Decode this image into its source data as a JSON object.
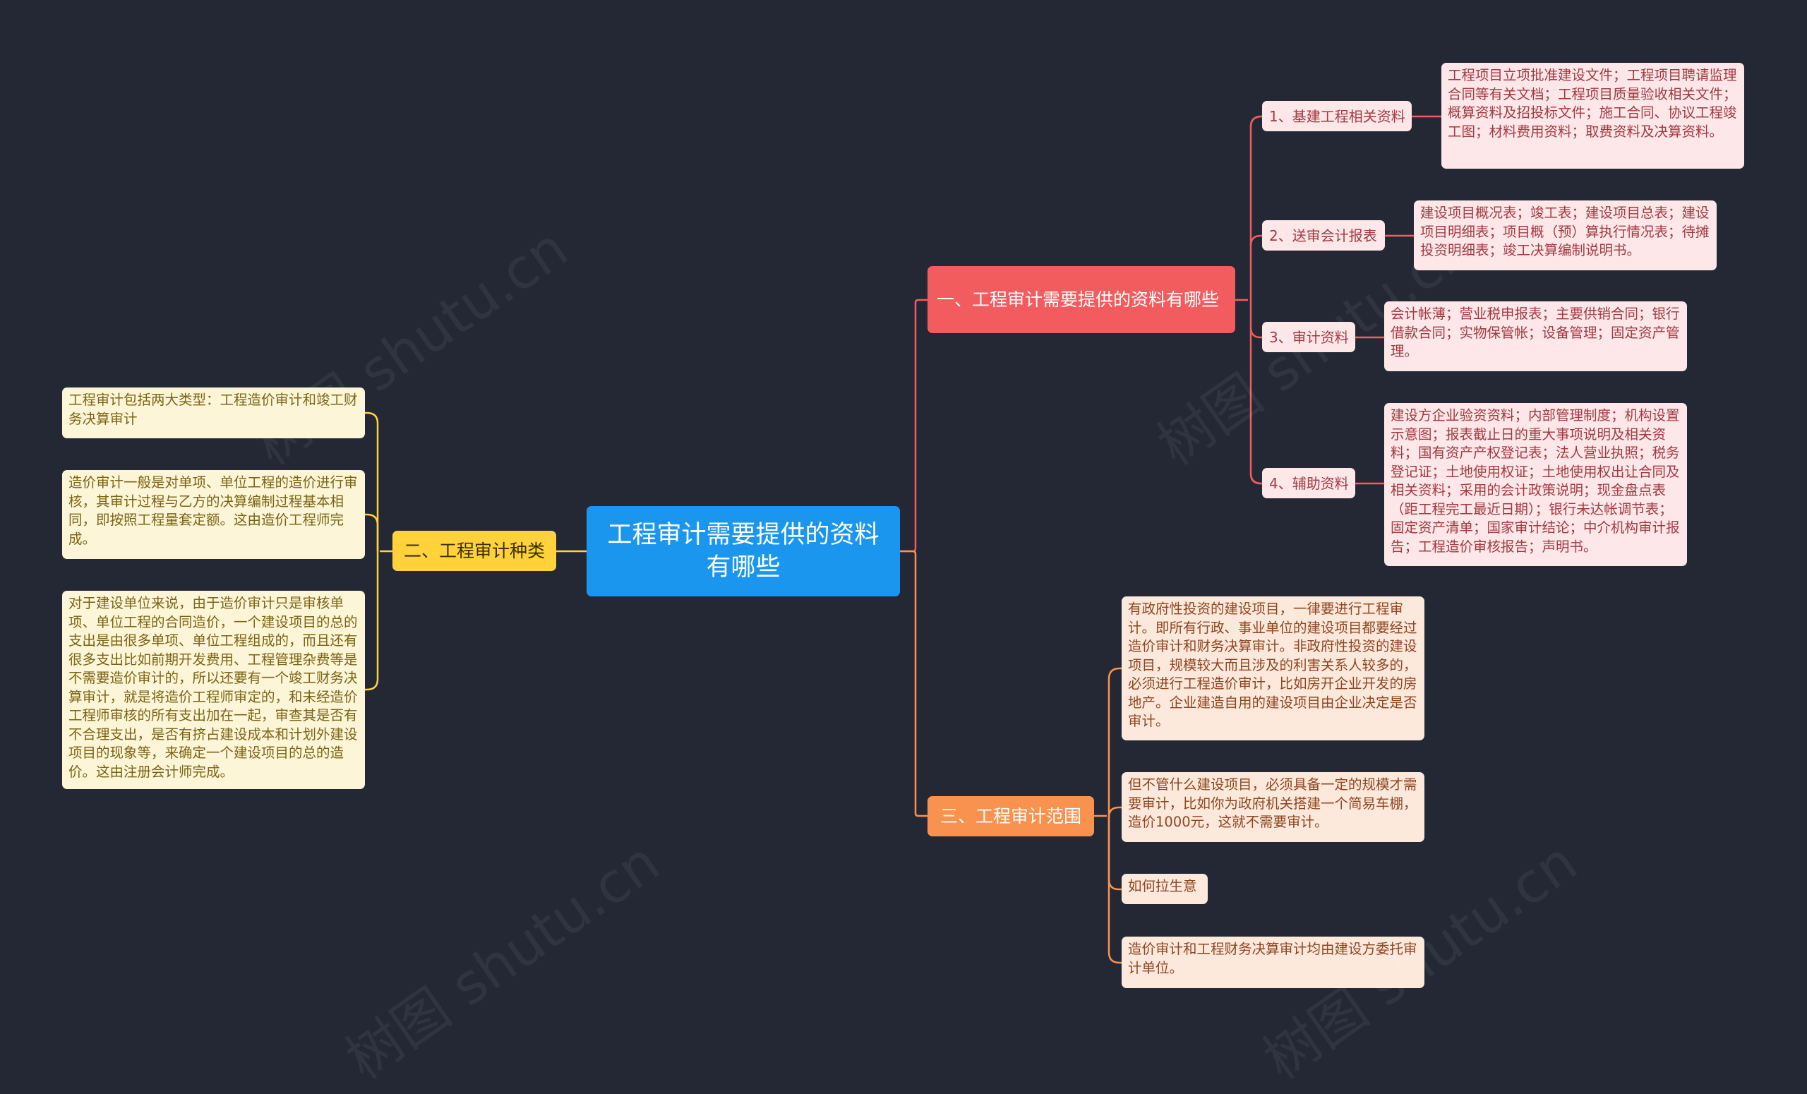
{
  "root": {
    "title": "工程审计需要提供的资料有哪些"
  },
  "branches": {
    "materials": {
      "title": "一、工程审计需要提供的资料有哪些",
      "items": [
        {
          "label": "1、基建工程相关资料",
          "detail": "工程项目立项批准建设文件；工程项目聘请监理合同等有关文档；工程项目质量验收相关文件；概算资料及招投标文件；施工合同、协议工程竣工图；材料费用资料；取费资料及决算资料。"
        },
        {
          "label": "2、送审会计报表",
          "detail": "建设项目概况表；竣工表；建设项目总表；建设项目明细表；项目概（预）算执行情况表；待摊投资明细表；竣工决算编制说明书。"
        },
        {
          "label": "3、审计资料",
          "detail": "会计帐薄；营业税申报表；主要供销合同；银行借款合同；实物保管帐；设备管理；固定资产管理。"
        },
        {
          "label": "4、辅助资料",
          "detail": "建设方企业验资资料；内部管理制度；机构设置示意图；报表截止日的重大事项说明及相关资料；国有资产产权登记表；法人营业执照；税务登记证；土地使用权证；土地使用权出让合同及相关资料；采用的会计政策说明；现金盘点表（距工程完工最近日期）；银行未达帐调节表；固定资产清单；国家审计结论；中介机构审计报告；工程造价审核报告；声明书。"
        }
      ]
    },
    "types": {
      "title": "二、工程审计种类",
      "items": [
        "工程审计包括两大类型：工程造价审计和竣工财务决算审计",
        "造价审计一般是对单项、单位工程的造价进行审核，其审计过程与乙方的决算编制过程基本相同，即按照工程量套定额。这由造价工程师完成。",
        "对于建设单位来说，由于造价审计只是审核单项、单位工程的合同造价，一个建设项目的总的支出是由很多单项、单位工程组成的，而且还有很多支出比如前期开发费用、工程管理杂费等是不需要造价审计的，所以还要有一个竣工财务决算审计，就是将造价工程师审定的，和未经造价工程师审核的所有支出加在一起，审查其是否有不合理支出，是否有挤占建设成本和计划外建设项目的现象等，来确定一个建设项目的总的造价。这由注册会计师完成。"
      ]
    },
    "scope": {
      "title": "三、工程审计范围",
      "items": [
        "有政府性投资的建设项目，一律要进行工程审计。即所有行政、事业单位的建设项目都要经过造价审计和财务决算审计。非政府性投资的建设项目，规模较大而且涉及的利害关系人较多的，必须进行工程造价审计，比如房开企业开发的房地产。企业建造自用的建设项目由企业决定是否审计。",
        "但不管什么建设项目，必须具备一定的规模才需要审计，比如你为政府机关搭建一个简易车棚，造价1000元，这就不需要审计。",
        "如何拉生意",
        "造价审计和工程财务决算审计均由建设方委托审计单位。"
      ]
    }
  },
  "watermark": {
    "text": "树图 shutu.cn"
  },
  "colors": {
    "background": "#242835",
    "root": "#1b96ef",
    "branch_red": "#f25c5e",
    "branch_yellow": "#ffd23c",
    "branch_orange": "#f9924f"
  }
}
